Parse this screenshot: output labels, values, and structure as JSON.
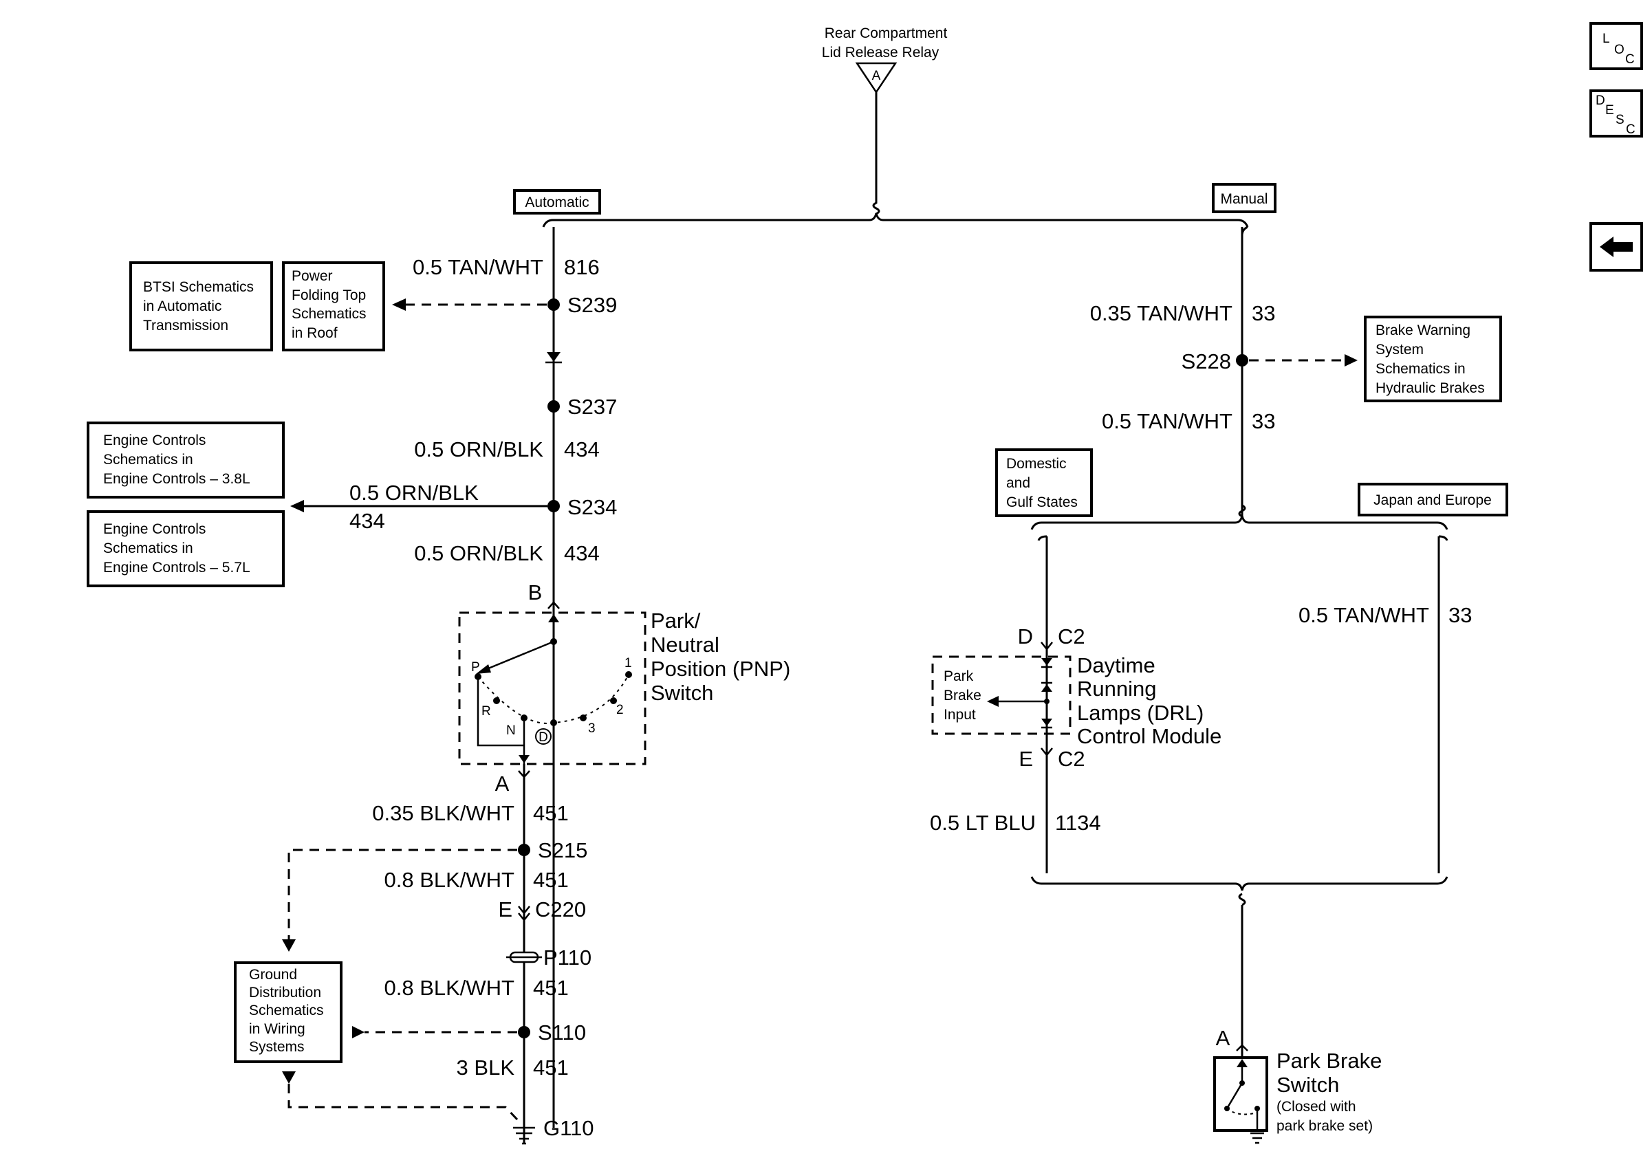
{
  "nav": {
    "loc": {
      "l": "L",
      "o": "O",
      "c": "C"
    },
    "desc": {
      "d": "D",
      "e": "E",
      "s": "S",
      "c": "C"
    },
    "back_icon": "left-arrow-icon"
  },
  "relay": {
    "line1": "Rear Compartment",
    "line2": "Lid Release Relay",
    "pin": "A"
  },
  "options": {
    "automatic": "Automatic",
    "manual": "Manual",
    "domestic1": "Domestic",
    "domestic2": "and",
    "domestic3": "Gulf States",
    "japan": "Japan and Europe"
  },
  "refs": {
    "btsi": [
      "BTSI Schematics",
      "in Automatic",
      "Transmission"
    ],
    "roof": [
      "Power",
      "Folding Top",
      "Schematics",
      "in Roof"
    ],
    "eng38": [
      "Engine Controls",
      "Schematics in",
      "Engine Controls – 3.8L"
    ],
    "eng57": [
      "Engine Controls",
      "Schematics in",
      "Engine Controls – 5.7L"
    ],
    "brake": [
      "Brake Warning",
      "System",
      "Schematics in",
      "Hydraulic Brakes"
    ],
    "ground": [
      "Ground",
      "Distribution",
      "Schematics",
      "in Wiring",
      "Systems"
    ]
  },
  "wires": {
    "w816": {
      "label": "0.5 TAN/WHT",
      "circuit": "816"
    },
    "w434a": {
      "label": "0.5 ORN/BLK",
      "circuit": "434"
    },
    "w434b": {
      "label": "0.5 ORN/BLK",
      "circuit": "434"
    },
    "w434c": {
      "label": "0.5 ORN/BLK",
      "circuit": "434"
    },
    "w451a": {
      "label": "0.35 BLK/WHT",
      "circuit": "451"
    },
    "w451b": {
      "label": "0.8 BLK/WHT",
      "circuit": "451"
    },
    "w451c": {
      "label": "0.8 BLK/WHT",
      "circuit": "451"
    },
    "w451d": {
      "label": "3 BLK",
      "circuit": "451"
    },
    "w33a": {
      "label": "0.35 TAN/WHT",
      "circuit": "33"
    },
    "w33b": {
      "label": "0.5 TAN/WHT",
      "circuit": "33"
    },
    "w33c": {
      "label": "0.5 TAN/WHT",
      "circuit": "33"
    },
    "w1134": {
      "label": "0.5 LT BLU",
      "circuit": "1134"
    }
  },
  "splices": {
    "s239": "S239",
    "s237": "S237",
    "s234": "S234",
    "s215": "S215",
    "s110": "S110",
    "s228": "S228"
  },
  "connectors": {
    "b": "B",
    "a": "A",
    "e": "E",
    "c220": "C220",
    "p110": "P110",
    "g110": "G110",
    "d": "D",
    "c2a": "C2",
    "e2": "E",
    "c2b": "C2",
    "a2": "A"
  },
  "pnp": {
    "title": [
      "Park/",
      "Neutral",
      "Position (PNP)",
      "Switch"
    ],
    "positions": {
      "p": "P",
      "r": "R",
      "n": "N",
      "d": "D",
      "one": "1",
      "two": "2",
      "three": "3"
    }
  },
  "drl": {
    "title": [
      "Daytime",
      "Running",
      "Lamps (DRL)",
      "Control Module"
    ],
    "input": [
      "Park",
      "Brake",
      "Input"
    ]
  },
  "park_brake": {
    "title": [
      "Park Brake",
      "Switch"
    ],
    "note": [
      "(Closed with",
      "park brake set)"
    ]
  }
}
